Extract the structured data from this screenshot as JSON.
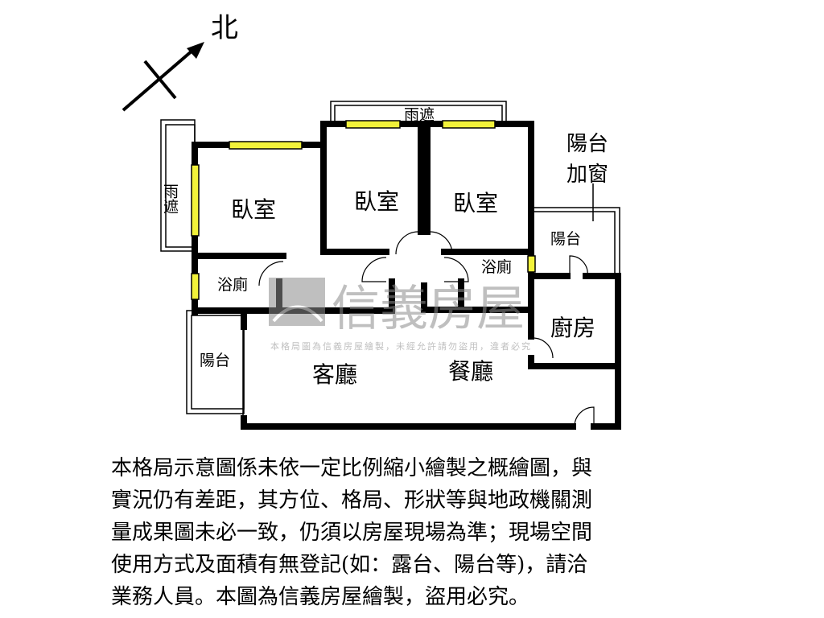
{
  "compass": {
    "north_label": "北"
  },
  "rooms": {
    "bedroom_left": "臥室",
    "bedroom_mid": "臥室",
    "bedroom_right": "臥室",
    "bath_left": "浴廁",
    "bath_right": "浴廁",
    "awning_top": "雨遮",
    "awning_left": "雨遮",
    "balcony_left": "陽台",
    "balcony_right": "陽台",
    "balcony_window_note_line1": "陽台",
    "balcony_window_note_line2": "加窗",
    "kitchen": "廚房",
    "living": "客廳",
    "dining": "餐廳"
  },
  "watermark": {
    "brand": "信義房屋",
    "notice": "本格局圖為信義房屋繪製，未經允許請勿盜用，違者必究"
  },
  "disclaimer": {
    "lines": [
      "本格局示意圖係未依一定比例縮小繪製之概繪圖，與",
      "實況仍有差距，其方位、格局、形狀等與地政機關測",
      "量成果圖未必一致，仍須以房屋現場為準；現場空間",
      "使用方式及面積有無登記(如：露台、陽台等)，請洽",
      "業務人員。本圖為信義房屋繪製，盜用必究。"
    ]
  },
  "colors": {
    "wall": "#000000",
    "window": "#f2f23a",
    "watermark": "#8c8c8c"
  }
}
